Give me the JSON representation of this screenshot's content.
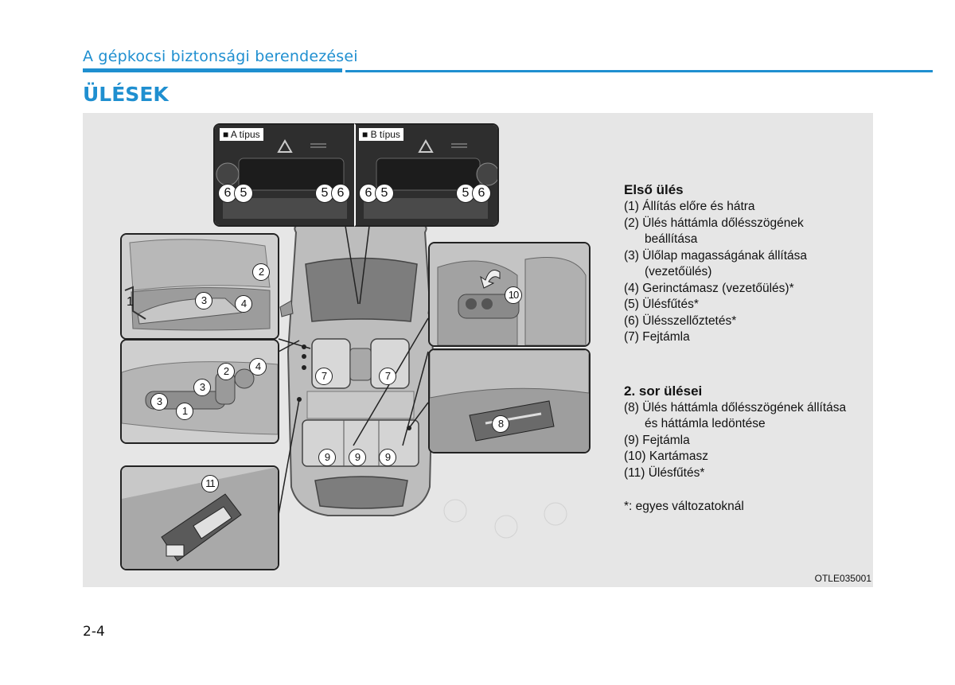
{
  "header": {
    "section_title": "A gépkocsi biztonsági berendezései",
    "page_title": "ÜLÉSEK"
  },
  "figure": {
    "type_a_label": "■ A típus",
    "type_b_label": "■ B típus",
    "code": "OTLE035001",
    "callouts": [
      "1",
      "2",
      "3",
      "4",
      "5",
      "6",
      "7",
      "8",
      "9",
      "10",
      "11"
    ]
  },
  "legend": {
    "front_heading": "Első ülés",
    "front_items": [
      "(1) Állítás előre és hátra",
      "(2) Ülés háttámla dőlésszögének",
      "beállítása",
      "(3) Ülőlap magasságának állítása",
      "(vezetőülés)",
      "(4) Gerinctámasz (vezetőülés)*",
      "(5) Ülésfűtés*",
      "(6) Ülésszellőztetés*",
      "(7) Fejtámla"
    ],
    "rear_heading": "2. sor ülései",
    "rear_items": [
      "(8) Ülés háttámla dőlésszögének állítása",
      "és háttámla ledöntése",
      "(9) Fejtámla",
      "(10) Kartámasz",
      "(11) Ülésfűtés*"
    ],
    "note": "*: egyes változatoknál"
  },
  "footer": {
    "page_number": "2-4"
  }
}
